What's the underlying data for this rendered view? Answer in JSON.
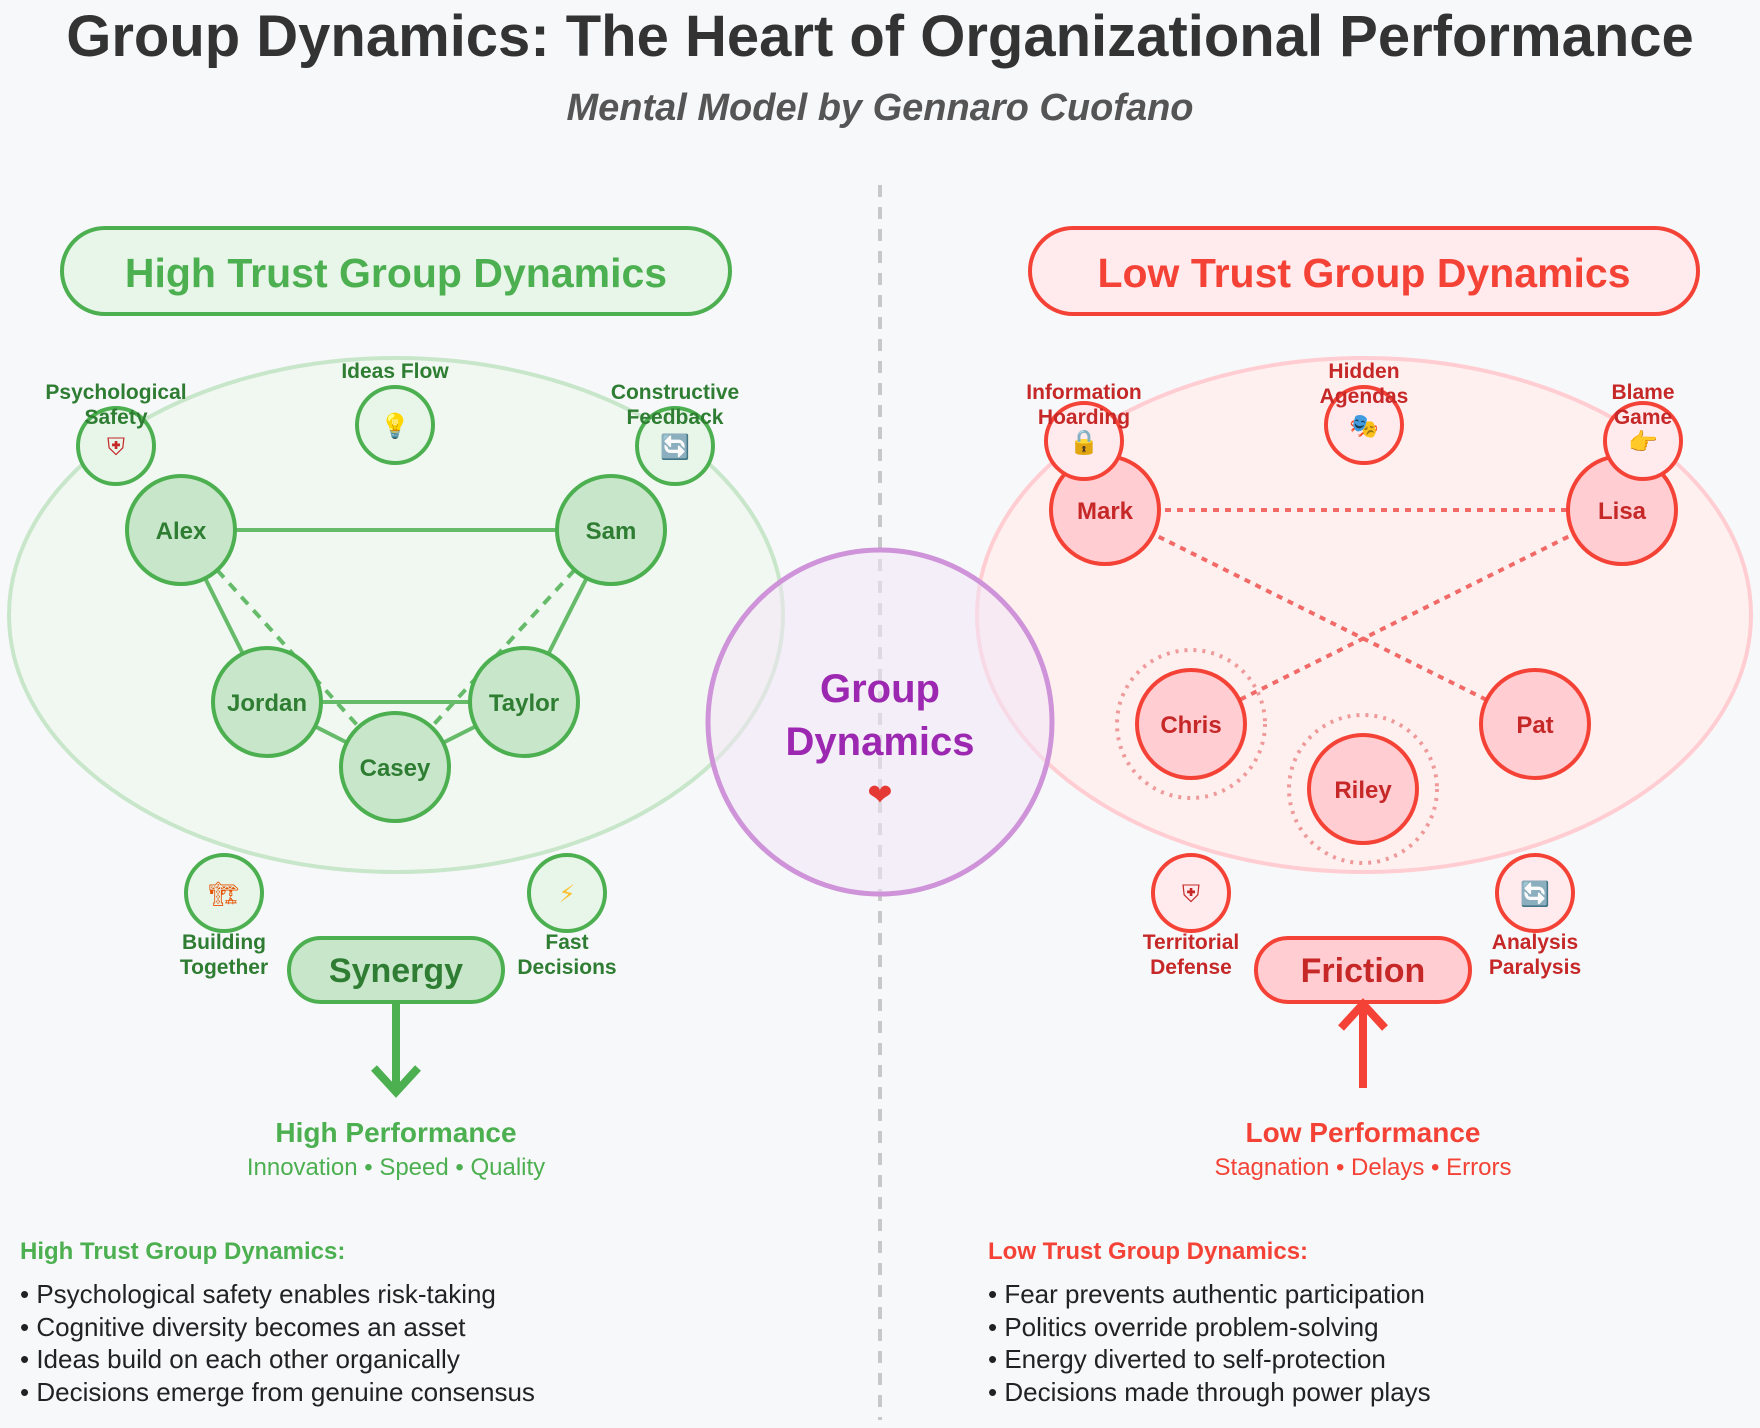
{
  "title": "Group Dynamics: The Heart of Organizational Performance",
  "subtitle": "Mental Model by Gennaro Cuofano",
  "colors": {
    "green": "#4caf50",
    "green_dark": "#2e7d32",
    "green_fill": "#c8e6c9",
    "green_bg": "#e8f5e9",
    "red": "#f44336",
    "red_dark": "#c62828",
    "red_fill": "#ffcdd2",
    "red_bg": "#ffebee",
    "purple": "#9c27b0"
  },
  "center": {
    "line1": "Group",
    "line2": "Dynamics",
    "icon": "❤",
    "icon_name": "heart-icon"
  },
  "high_trust": {
    "heading": "High Trust Group Dynamics",
    "members": [
      "Alex",
      "Sam",
      "Jordan",
      "Taylor",
      "Casey"
    ],
    "factors": {
      "psych_safety": {
        "line1": "Psychological",
        "line2": "Safety",
        "icon": "⛨",
        "icon_name": "shield-icon"
      },
      "ideas_flow": {
        "line1": "Ideas Flow",
        "icon": "💡",
        "icon_name": "lightbulb-icon"
      },
      "feedback": {
        "line1": "Constructive",
        "line2": "Feedback",
        "icon": "🔄",
        "icon_name": "cycle-arrows-icon"
      },
      "building": {
        "line1": "Building",
        "line2": "Together",
        "icon": "🏗",
        "icon_name": "construction-icon"
      },
      "fast": {
        "line1": "Fast",
        "line2": "Decisions",
        "icon": "⚡",
        "icon_name": "lightning-icon"
      }
    },
    "result": "Synergy",
    "outcome_title": "High Performance",
    "outcome_sub": "Innovation • Speed • Quality",
    "bullets_title": "High Trust Group Dynamics:",
    "bullets": [
      "• Psychological safety enables risk-taking",
      "• Cognitive diversity becomes an asset",
      "• Ideas build on each other organically",
      "• Decisions emerge from genuine consensus"
    ]
  },
  "low_trust": {
    "heading": "Low Trust Group Dynamics",
    "members": [
      "Mark",
      "Lisa",
      "Chris",
      "Pat",
      "Riley"
    ],
    "factors": {
      "hoarding": {
        "line1": "Information",
        "line2": "Hoarding",
        "icon": "🔒",
        "icon_name": "lock-icon"
      },
      "agendas": {
        "line1": "Hidden",
        "line2": "Agendas",
        "icon": "🎭",
        "icon_name": "masks-icon"
      },
      "blame": {
        "line1": "Blame",
        "line2": "Game",
        "icon": "👉",
        "icon_name": "pointing-finger-icon"
      },
      "territorial": {
        "line1": "Territorial",
        "line2": "Defense",
        "icon": "⛨",
        "icon_name": "shield-icon"
      },
      "paralysis": {
        "line1": "Analysis",
        "line2": "Paralysis",
        "icon": "🔄",
        "icon_name": "cycle-arrows-icon"
      }
    },
    "result": "Friction",
    "outcome_title": "Low Performance",
    "outcome_sub": "Stagnation • Delays • Errors",
    "bullets_title": "Low Trust Group Dynamics:",
    "bullets": [
      "• Fear prevents authentic participation",
      "• Politics override problem-solving",
      "• Energy diverted to self-protection",
      "• Decisions made through power plays"
    ]
  }
}
